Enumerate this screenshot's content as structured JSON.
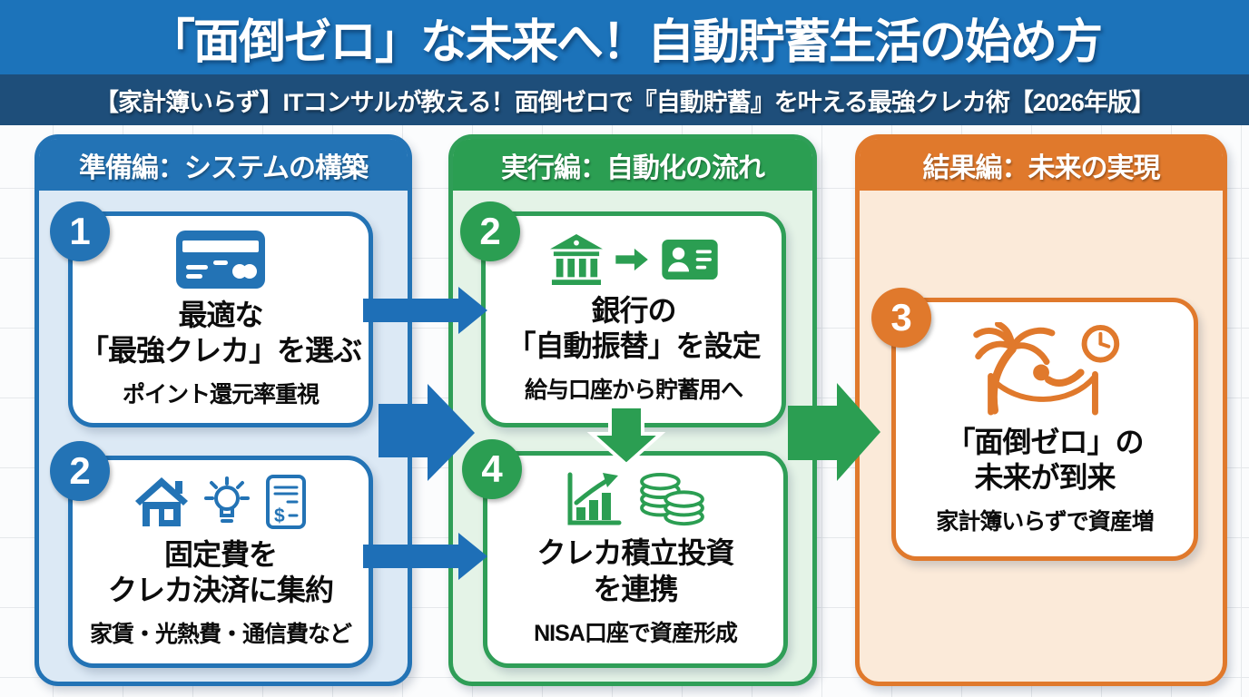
{
  "header": {
    "title": "「面倒ゼロ」な未来へ！自動貯蓄生活の始め方",
    "subtitle": "【家計簿いらず】ITコンサルが教える！面倒ゼロで『自動貯蓄』を叶える最強クレカ術【2026年版】"
  },
  "columns": [
    {
      "title": "準備編：システムの構築",
      "cards": [
        {
          "number": "1",
          "icons": [
            "credit-card-icon"
          ],
          "title_lines": [
            "最適な",
            "「最強クレカ」を選ぶ"
          ],
          "subtitle": "ポイント還元率重視"
        },
        {
          "number": "2",
          "icons": [
            "house-icon",
            "lightbulb-icon",
            "bill-icon"
          ],
          "title_lines": [
            "固定費を",
            "クレカ決済に集約"
          ],
          "subtitle": "家賃・光熱費・通信費など"
        }
      ]
    },
    {
      "title": "実行編：自動化の流れ",
      "cards": [
        {
          "number": "2",
          "icons": [
            "bank-icon",
            "arrow-right-icon",
            "id-card-icon"
          ],
          "title_lines": [
            "銀行の",
            "「自動振替」を設定"
          ],
          "subtitle": "給与口座から貯蓄用へ"
        },
        {
          "number": "4",
          "icons": [
            "growth-chart-icon",
            "coins-icon"
          ],
          "title_lines": [
            "クレカ積立投資",
            "を連携"
          ],
          "subtitle": "NISA口座で資産形成"
        }
      ]
    },
    {
      "title": "結果編：未来の実現",
      "cards": [
        {
          "number": "3",
          "icons": [
            "palm-hammock-icon",
            "clock-icon"
          ],
          "title_lines": [
            "「面倒ゼロ」の",
            "未来が到来"
          ],
          "subtitle": "家計簿いらずで資産増"
        }
      ]
    }
  ],
  "colors": {
    "header_bg": "#1c73ba",
    "subtitle_bg": "#1e4e7a",
    "blue": "#2373b5",
    "blue_panel_bg": "#dce9f5",
    "green": "#2b9e52",
    "green_border": "#2f9e57",
    "green_panel_bg": "#e4f3e7",
    "orange": "#e0792c",
    "orange_panel_bg": "#fbead9",
    "card_bg": "#ffffff",
    "text": "#0c0c0c"
  }
}
